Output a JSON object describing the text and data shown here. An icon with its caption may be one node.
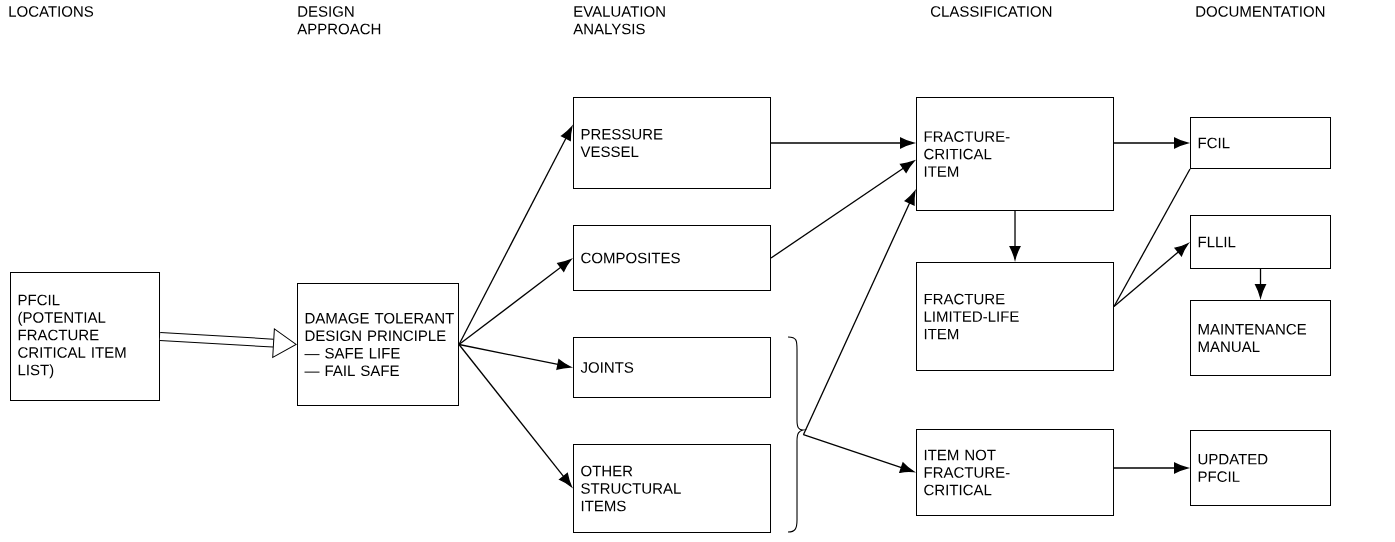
{
  "diagram": {
    "nodes": [
      {
        "text": [
          "PFCIL (POTENTIAL FRACTURE CRITICAL ITEM LIST)"
        ]
      },
      {
        "text": [
          "DAMAGE TOLERANT DESIGN PRINCIPLE",
          "— SAFE LIFE",
          "— FAIL SAFE"
        ]
      },
      {
        "text": [
          "PRESSURE VESSEL"
        ]
      },
      {
        "text": [
          "COMPOSITES"
        ]
      },
      {
        "text": [
          "JOINTS"
        ]
      },
      {
        "text": [
          "OTHER STRUCTURAL ITEMS"
        ]
      },
      {
        "text": [
          "FRACTURE-CRITICAL ITEM"
        ]
      },
      {
        "text": [
          "FRACTURE LIMITED-LIFE ITEM"
        ]
      },
      {
        "text": [
          "ITEM NOT FRACTURE-CRITICAL"
        ]
      },
      {
        "text": [
          "FCIL"
        ]
      },
      {
        "text": [
          "FLLIL"
        ]
      },
      {
        "text": [
          "MAINTENANCE MANUAL"
        ]
      },
      {
        "text": [
          "UPDATED PFCIL"
        ]
      },
      {
        "text": [],
        "shape": "bracket"
      }
    ],
    "edges": [
      {
        "from": 0,
        "to": 1,
        "arrow": "to",
        "style": "thick"
      },
      {
        "from": 1,
        "to": 2,
        "arrow": "to"
      },
      {
        "from": 1,
        "to": 3,
        "arrow": "to"
      },
      {
        "from": 1,
        "to": 4,
        "arrow": "to"
      },
      {
        "from": 1,
        "to": 5,
        "arrow": "to"
      },
      {
        "from": 2,
        "to": 6,
        "arrow": "to"
      },
      {
        "from": 3,
        "to": 6,
        "arrow": "to"
      },
      {
        "from": 13,
        "to": 6,
        "arrow": "to"
      },
      {
        "from": 13,
        "to": 8,
        "arrow": "to"
      },
      {
        "from": 6,
        "to": 7,
        "arrow": "to"
      },
      {
        "from": 6,
        "to": 9,
        "arrow": "to"
      },
      {
        "from": 7,
        "to": 9,
        "arrow": "none"
      },
      {
        "from": 7,
        "to": 10,
        "arrow": "to"
      },
      {
        "from": 10,
        "to": 11,
        "arrow": "to"
      },
      {
        "from": 8,
        "to": 12,
        "arrow": "to"
      }
    ],
    "labels": [
      "LOCATIONS",
      "DESIGN APPROACH",
      "EVALUATION ANALYSIS",
      "CLASSIFICATION",
      "DOCUMENTATION"
    ]
  }
}
